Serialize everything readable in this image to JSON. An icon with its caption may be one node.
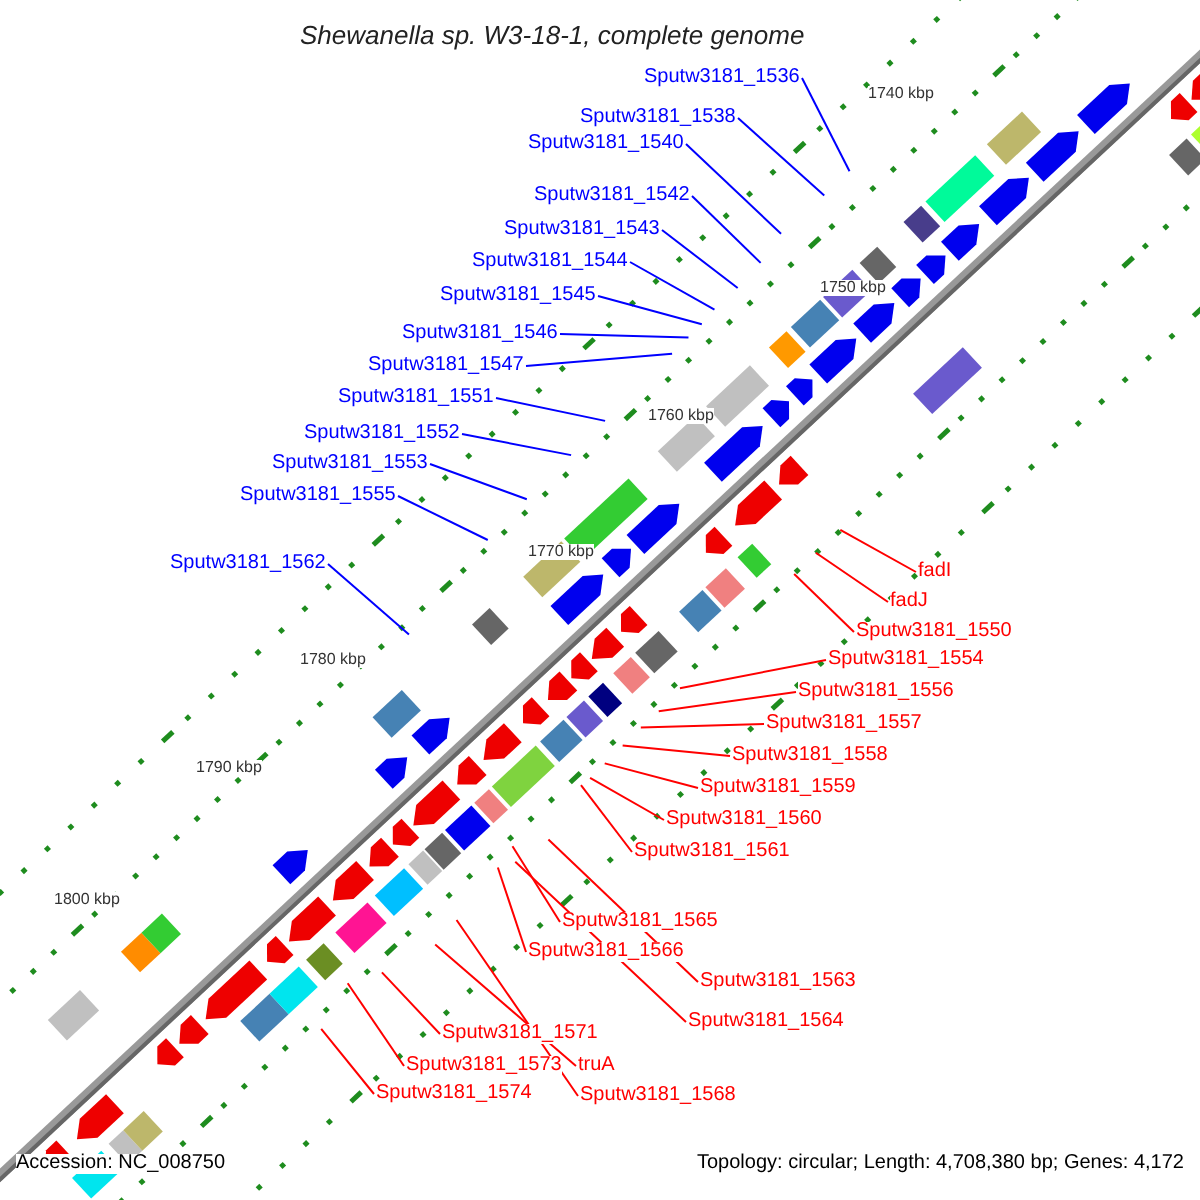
{
  "diagram": {
    "title": "Shewanella sp. W3-18-1, complete genome",
    "nodes": [
      {
        "text": [
          "Sputw3181_1536"
        ]
      },
      {
        "text": [
          "Sputw3181_1538"
        ]
      },
      {
        "text": [
          "Sputw3181_1540"
        ]
      },
      {
        "text": [
          "Sputw3181_1542"
        ]
      },
      {
        "text": [
          "Sputw3181_1543"
        ]
      },
      {
        "text": [
          "Sputw3181_1544"
        ]
      },
      {
        "text": [
          "Sputw3181_1545"
        ]
      },
      {
        "text": [
          "Sputw3181_1546"
        ]
      },
      {
        "text": [
          "Sputw3181_1547"
        ]
      },
      {
        "text": [
          "Sputw3181_1551"
        ]
      },
      {
        "text": [
          "Sputw3181_1552"
        ]
      },
      {
        "text": [
          "Sputw3181_1553"
        ]
      },
      {
        "text": [
          "Sputw3181_1555"
        ]
      },
      {
        "text": [
          "Sputw3181_1562"
        ]
      },
      {
        "text": [
          "fadI"
        ]
      },
      {
        "text": [
          "fadJ"
        ]
      },
      {
        "text": [
          "Sputw3181_1550"
        ]
      },
      {
        "text": [
          "Sputw3181_1554"
        ]
      },
      {
        "text": [
          "Sputw3181_1556"
        ]
      },
      {
        "text": [
          "Sputw3181_1557"
        ]
      },
      {
        "text": [
          "Sputw3181_1558"
        ]
      },
      {
        "text": [
          "Sputw3181_1559"
        ]
      },
      {
        "text": [
          "Sputw3181_1560"
        ]
      },
      {
        "text": [
          "Sputw3181_1561"
        ]
      },
      {
        "text": [
          "Sputw3181_1565"
        ]
      },
      {
        "text": [
          "Sputw3181_1566"
        ]
      },
      {
        "text": [
          "Sputw3181_1563"
        ]
      },
      {
        "text": [
          "Sputw3181_1564"
        ]
      },
      {
        "text": [
          "Sputw3181_1571"
        ]
      },
      {
        "text": [
          "Sputw3181_1573"
        ]
      },
      {
        "text": [
          "truA"
        ]
      },
      {
        "text": [
          "Sputw3181_1574"
        ]
      },
      {
        "text": [
          "Sputw3181_1568"
        ]
      }
    ],
    "edges": [
      {
        "from": 0,
        "to": null,
        "arrow": "none",
        "color": "#0000ff"
      },
      {
        "from": 1,
        "to": null,
        "arrow": "none",
        "color": "#0000ff"
      },
      {
        "from": 2,
        "to": null,
        "arrow": "none",
        "color": "#0000ff"
      },
      {
        "from": 3,
        "to": null,
        "arrow": "none",
        "color": "#0000ff"
      },
      {
        "from": 4,
        "to": null,
        "arrow": "none",
        "color": "#0000ff"
      },
      {
        "from": 5,
        "to": null,
        "arrow": "none",
        "color": "#0000ff"
      },
      {
        "from": 6,
        "to": null,
        "arrow": "none",
        "color": "#0000ff"
      },
      {
        "from": 7,
        "to": null,
        "arrow": "none",
        "color": "#0000ff"
      },
      {
        "from": 8,
        "to": null,
        "arrow": "none",
        "color": "#0000ff"
      },
      {
        "from": 9,
        "to": null,
        "arrow": "none",
        "color": "#0000ff"
      },
      {
        "from": 10,
        "to": null,
        "arrow": "none",
        "color": "#0000ff"
      },
      {
        "from": 11,
        "to": null,
        "arrow": "none",
        "color": "#0000ff"
      },
      {
        "from": 12,
        "to": null,
        "arrow": "none",
        "color": "#0000ff"
      },
      {
        "from": 13,
        "to": null,
        "arrow": "none",
        "color": "#0000ff"
      },
      {
        "from": 14,
        "to": null,
        "arrow": "none"
      },
      {
        "from": 15,
        "to": null,
        "arrow": "none"
      },
      {
        "from": 16,
        "to": null,
        "arrow": "none"
      },
      {
        "from": 17,
        "to": null,
        "arrow": "none"
      },
      {
        "from": 18,
        "to": null,
        "arrow": "none"
      },
      {
        "from": 19,
        "to": null,
        "arrow": "none"
      },
      {
        "from": 20,
        "to": null,
        "arrow": "none"
      },
      {
        "from": 21,
        "to": null,
        "arrow": "none"
      },
      {
        "from": 22,
        "to": null,
        "arrow": "none"
      },
      {
        "from": 23,
        "to": null,
        "arrow": "none"
      },
      {
        "from": 24,
        "to": null,
        "arrow": "none"
      },
      {
        "from": 25,
        "to": null,
        "arrow": "none"
      },
      {
        "from": 26,
        "to": null,
        "arrow": "none"
      },
      {
        "from": 27,
        "to": null,
        "arrow": "none"
      },
      {
        "from": 28,
        "to": null,
        "arrow": "none"
      },
      {
        "from": 29,
        "to": null,
        "arrow": "none"
      },
      {
        "from": 30,
        "to": null,
        "arrow": "none"
      },
      {
        "from": 31,
        "to": null,
        "arrow": "none"
      },
      {
        "from": 32,
        "to": null,
        "arrow": "none"
      }
    ],
    "labels": [
      "1740 kbp",
      "1750 kbp",
      "1760 kbp",
      "1770 kbp",
      "1780 kbp",
      "1790 kbp",
      "1800 kbp",
      "Accession: NC_008750",
      "Topology: circular; Length: 4,708,380 bp; Genes: 4,172"
    ]
  }
}
